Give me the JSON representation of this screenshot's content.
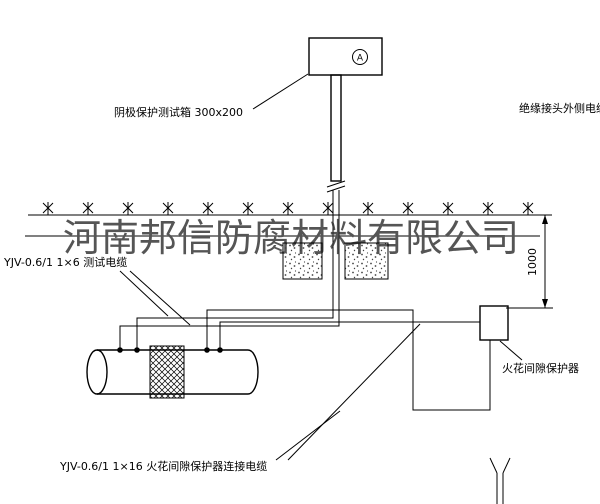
{
  "drawing": {
    "watermark": "河南邦信防腐材料有限公司",
    "ammeter_symbol": "A",
    "labels": {
      "test_box": "阴极保护测试箱 300x200",
      "insulated_joint_outer_cable": "绝缘接头外侧电缆",
      "test_cable": "YJV-0.6/1 1×6  测试电缆",
      "spark_gap_protector": "火花间隙保护器",
      "spark_gap_connection_cable": "YJV-0.6/1 1×16  火花间隙保护器连接电缆",
      "dimension_1000": "1000"
    },
    "colors": {
      "line": "#000000",
      "background": "#ffffff",
      "watermark": "#303030"
    }
  }
}
